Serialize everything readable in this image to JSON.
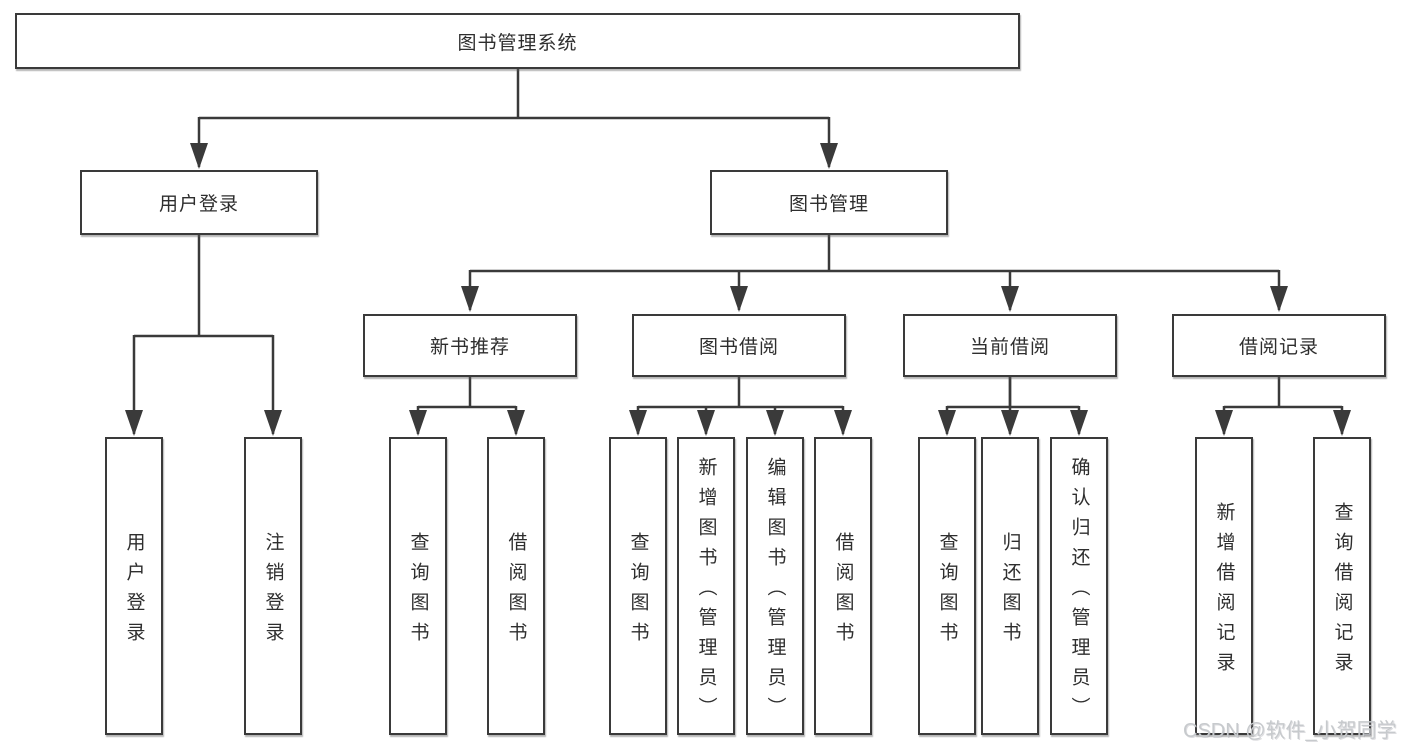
{
  "colors": {
    "line": "#3a3a3a",
    "text": "#2e2e2e",
    "watermark": "#c7cacd",
    "background": "#ffffff"
  },
  "watermark": "CSDN @软件_小贺同学",
  "tree": {
    "root": "图书管理系统",
    "login": {
      "label": "用户登录",
      "children": [
        "用户登录",
        "注销登录"
      ]
    },
    "manage": {
      "label": "图书管理",
      "sections": [
        {
          "label": "新书推荐",
          "children": [
            "查询图书",
            "借阅图书"
          ]
        },
        {
          "label": "图书借阅",
          "children": [
            "查询图书",
            "新增图书（管理员）",
            "编辑图书（管理员）",
            "借阅图书"
          ]
        },
        {
          "label": "当前借阅",
          "children": [
            "查询图书",
            "归还图书",
            "确认归还（管理员）"
          ]
        },
        {
          "label": "借阅记录",
          "children": [
            "新增借阅记录",
            "查询借阅记录"
          ]
        }
      ]
    }
  }
}
